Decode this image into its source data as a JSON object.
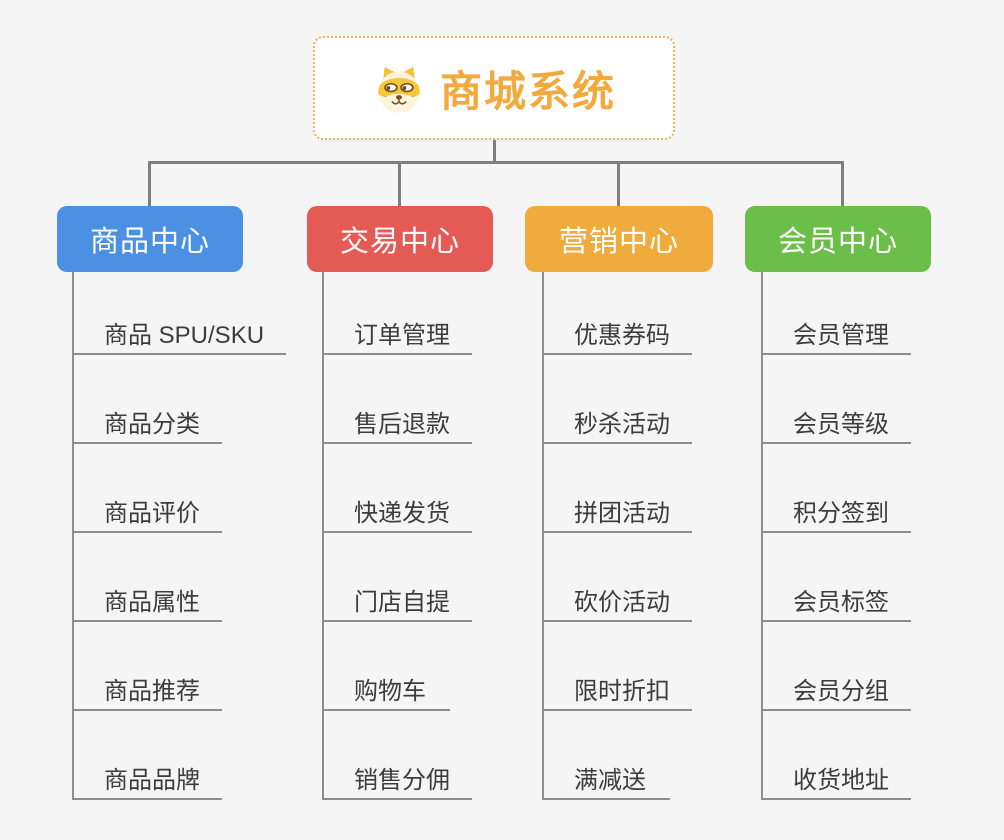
{
  "root": {
    "label": "商城系统",
    "icon": "doge-icon"
  },
  "branches": [
    {
      "label": "商品中心",
      "color": "#4b90e2",
      "items": [
        "商品 SPU/SKU",
        "商品分类",
        "商品评价",
        "商品属性",
        "商品推荐",
        "商品品牌"
      ]
    },
    {
      "label": "交易中心",
      "color": "#e45b56",
      "items": [
        "订单管理",
        "售后退款",
        "快递发货",
        "门店自提",
        "购物车",
        "销售分佣"
      ]
    },
    {
      "label": "营销中心",
      "color": "#efac3d",
      "items": [
        "优惠券码",
        "秒杀活动",
        "拼团活动",
        "砍价活动",
        "限时折扣",
        "满减送"
      ]
    },
    {
      "label": "会员中心",
      "color": "#6cbe4a",
      "items": [
        "会员管理",
        "会员等级",
        "积分签到",
        "会员标签",
        "会员分组",
        "收货地址"
      ]
    }
  ],
  "colors": {
    "background": "#f5f5f5",
    "connector": "#7e7e7e",
    "child_underline": "#8c8c8c",
    "child_text": "#3c3c3c",
    "root_text": "#f2a93d",
    "root_border": "#f0b254"
  }
}
